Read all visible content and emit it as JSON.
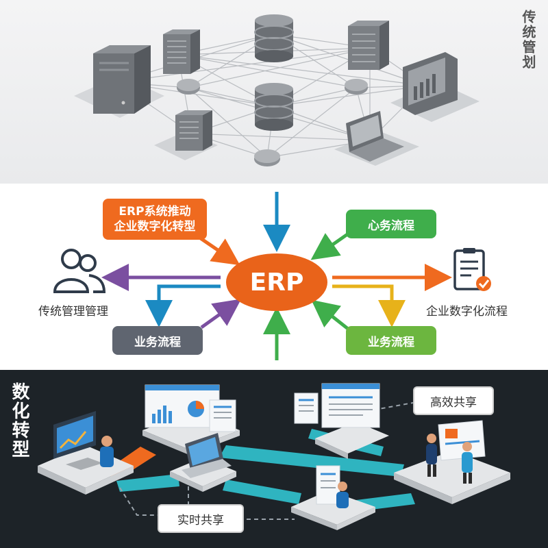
{
  "top_section": {
    "title": "传统管划"
  },
  "middle_section": {
    "center": "ERP",
    "boxes": {
      "erp_drive_line1": "ERP系统推动",
      "erp_drive_line2": "企业数字化转型",
      "core_process": "心务流程",
      "biz_process_left": "业务流程",
      "biz_process_right": "业务流程"
    },
    "captions": {
      "left": "传统管理管理",
      "right": "企业数字化流程"
    }
  },
  "bottom_section": {
    "title": "数化转型",
    "callouts": {
      "efficient_share": "高效共享",
      "realtime_share": "实时共享"
    }
  },
  "colors": {
    "orange": "#e9631a",
    "green": "#3fae4b",
    "blue": "#1b8ac2",
    "purple": "#7b4fa0",
    "yellow": "#e7b21a",
    "teal": "#2fb4c0",
    "gray": "#5f6570",
    "dark_bg": "#1d2328"
  }
}
